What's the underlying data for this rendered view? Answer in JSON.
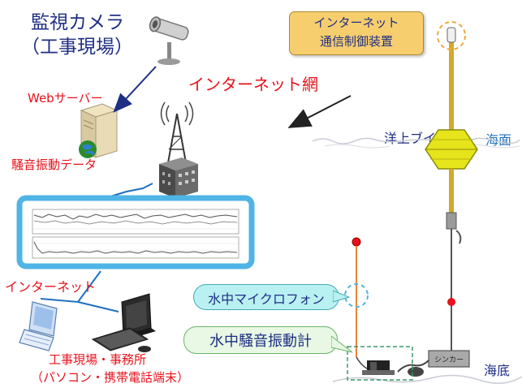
{
  "camera": {
    "line1": "監視カメラ",
    "line2": "（工事現場）"
  },
  "network": {
    "label": "インターネット網"
  },
  "comm_device": {
    "line1": "インターネット",
    "line2": "通信制御装置"
  },
  "web_server": {
    "label": "Webサーバー"
  },
  "noise_data": {
    "label": "騒音振動データ"
  },
  "internet_left": {
    "label": "インターネット"
  },
  "site_office": {
    "line1": "工事現場・事務所",
    "line2": "（パソコン・携帯電話端末）"
  },
  "buoy": {
    "label": "洋上ブイ"
  },
  "sea_surface": {
    "label": "海面"
  },
  "seabed": {
    "label": "海底"
  },
  "hydrophone": {
    "label": "水中マイクロフォン"
  },
  "meter": {
    "label": "水中騒音振動計"
  },
  "sinker": {
    "label": "シンカー"
  },
  "colors": {
    "navy": "#1f2f84",
    "red": "#e8121b",
    "blue": "#1f6fbf",
    "frame": "#4fb4e6",
    "callout": "#b9f0f2",
    "sign": "#f7ce6e"
  }
}
